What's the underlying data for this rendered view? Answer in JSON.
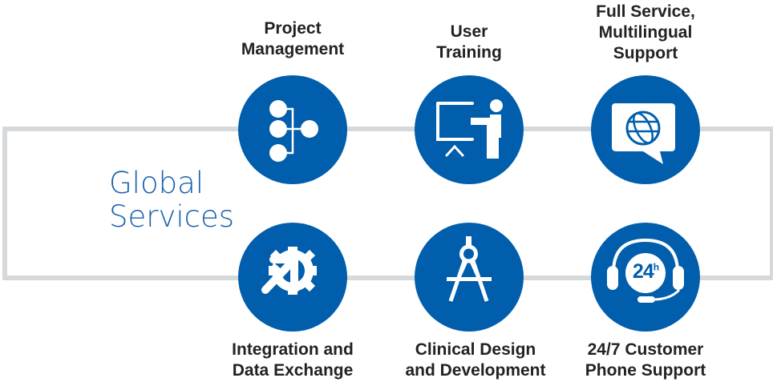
{
  "title": {
    "line1": "Global",
    "line2": "Services"
  },
  "services": [
    {
      "line1": "Project",
      "line2": "Management",
      "icon": "hierarchy-icon"
    },
    {
      "line1": "User",
      "line2": "Training",
      "icon": "presentation-icon"
    },
    {
      "line1": "Full Service,",
      "line2": "Multilingual",
      "line3": "Support",
      "icon": "globe-speech-bubble-icon"
    },
    {
      "line1": "Integration and",
      "line2": "Data Exchange",
      "icon": "gear-arrow-icon"
    },
    {
      "line1": "Clinical Design",
      "line2": "and Development",
      "icon": "compass-icon"
    },
    {
      "line1": "24/7 Customer",
      "line2": "Phone Support",
      "icon": "headset-24h-icon",
      "badge": "24",
      "badge_sup": "h"
    }
  ],
  "colors": {
    "accent": "#005eac",
    "frame": "#d6d9db",
    "title": "#1a61ad"
  }
}
